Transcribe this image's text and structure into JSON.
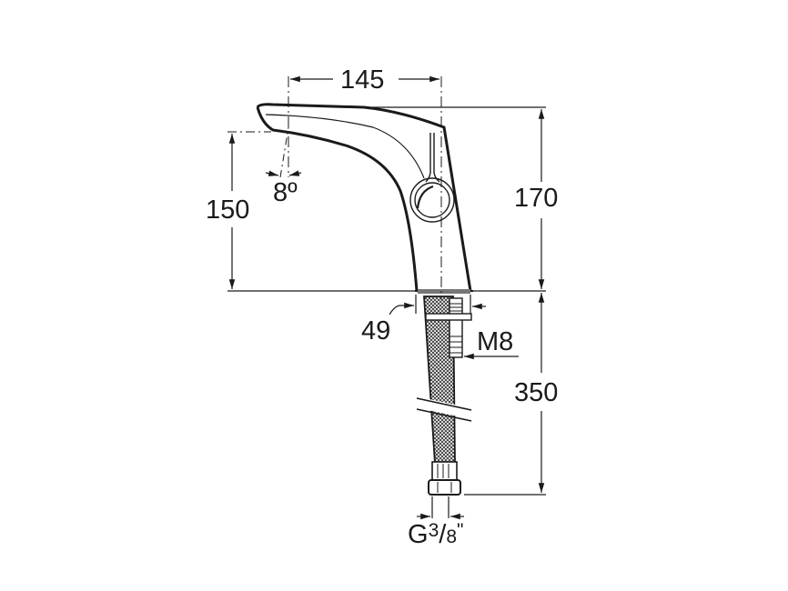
{
  "drawing": {
    "subject": "Single-lever basin faucet with flexible hoses",
    "colors": {
      "line": "#1a1a1a",
      "background": "#ffffff",
      "hose_fill": "#9a9a9a"
    },
    "dimensions": {
      "spout_reach": "145",
      "spout_height": "150",
      "total_height": "170",
      "spout_angle": "8º",
      "base_diameter": "49",
      "fixing_rod": "M8",
      "hose_length": "350",
      "connection_prefix": "G",
      "connection_num": "3",
      "connection_slash": "/",
      "connection_den": "8",
      "connection_suffix": "\""
    }
  }
}
